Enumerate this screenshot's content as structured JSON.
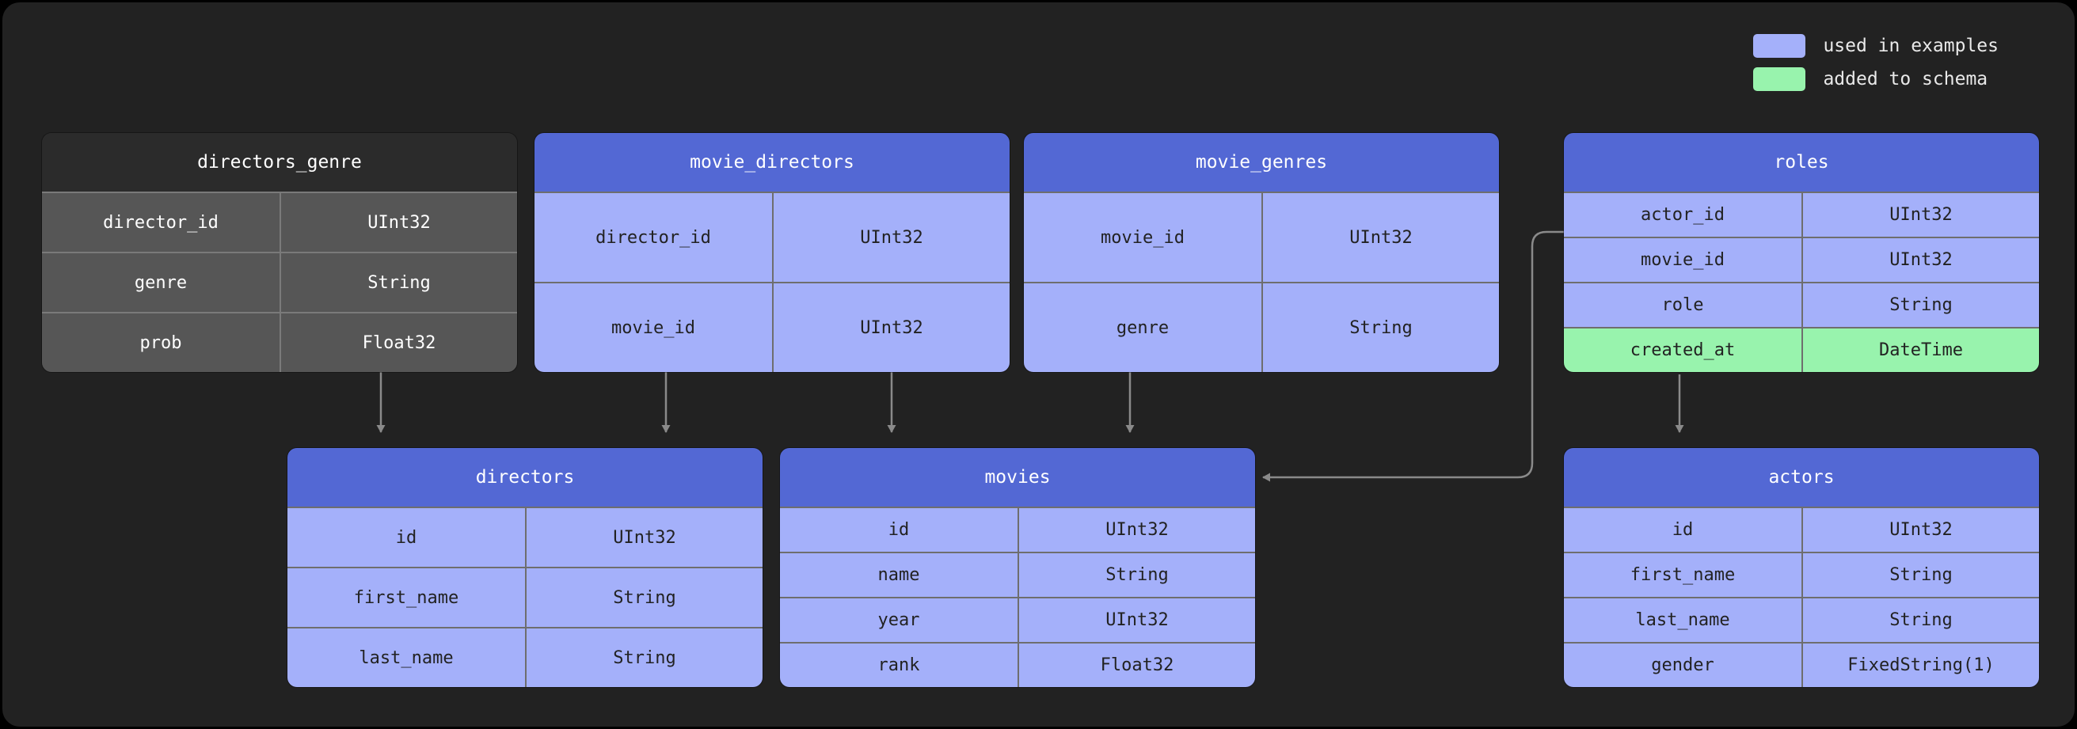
{
  "legend": {
    "items": [
      {
        "label": "used in examples",
        "color": "#a4b0fa",
        "swatch_name": "swatch-used-in-examples"
      },
      {
        "label": "added to schema",
        "color": "#98f3ad",
        "swatch_name": "swatch-added-to-schema"
      }
    ]
  },
  "colors": {
    "background": "#222222",
    "header_blue": "#5368d4",
    "cell_blue": "#a4b0fa",
    "cell_green": "#98f3ad",
    "header_gray": "#2b2b2b",
    "cell_gray": "#565656",
    "edge_gray": "#8a8a8a"
  },
  "tables": [
    {
      "id": "directors_genre",
      "title": "directors_genre",
      "theme": "gray",
      "columns": [
        {
          "name": "director_id",
          "type": "UInt32",
          "state": "plain"
        },
        {
          "name": "genre",
          "type": "String",
          "state": "plain"
        },
        {
          "name": "prob",
          "type": "Float32",
          "state": "plain"
        }
      ]
    },
    {
      "id": "movie_directors",
      "title": "movie_directors",
      "theme": "blue",
      "columns": [
        {
          "name": "director_id",
          "type": "UInt32",
          "state": "used"
        },
        {
          "name": "movie_id",
          "type": "UInt32",
          "state": "used"
        }
      ]
    },
    {
      "id": "movie_genres",
      "title": "movie_genres",
      "theme": "blue",
      "columns": [
        {
          "name": "movie_id",
          "type": "UInt32",
          "state": "used"
        },
        {
          "name": "genre",
          "type": "String",
          "state": "used"
        }
      ]
    },
    {
      "id": "roles",
      "title": "roles",
      "theme": "blue",
      "columns": [
        {
          "name": "actor_id",
          "type": "UInt32",
          "state": "used"
        },
        {
          "name": "movie_id",
          "type": "UInt32",
          "state": "used"
        },
        {
          "name": "role",
          "type": "String",
          "state": "used"
        },
        {
          "name": "created_at",
          "type": "DateTime",
          "state": "added"
        }
      ]
    },
    {
      "id": "directors",
      "title": "directors",
      "theme": "blue",
      "columns": [
        {
          "name": "id",
          "type": "UInt32",
          "state": "used"
        },
        {
          "name": "first_name",
          "type": "String",
          "state": "used"
        },
        {
          "name": "last_name",
          "type": "String",
          "state": "used"
        }
      ]
    },
    {
      "id": "movies",
      "title": "movies",
      "theme": "blue",
      "columns": [
        {
          "name": "id",
          "type": "UInt32",
          "state": "used"
        },
        {
          "name": "name",
          "type": "String",
          "state": "used"
        },
        {
          "name": "year",
          "type": "UInt32",
          "state": "used"
        },
        {
          "name": "rank",
          "type": "Float32",
          "state": "used"
        }
      ]
    },
    {
      "id": "actors",
      "title": "actors",
      "theme": "blue",
      "columns": [
        {
          "name": "id",
          "type": "UInt32",
          "state": "used"
        },
        {
          "name": "first_name",
          "type": "String",
          "state": "used"
        },
        {
          "name": "last_name",
          "type": "String",
          "state": "used"
        },
        {
          "name": "gender",
          "type": "FixedString(1)",
          "state": "used"
        }
      ]
    }
  ],
  "relations": [
    {
      "from": "directors_genre",
      "to": "directors",
      "name": "edge-directors-genre-to-directors"
    },
    {
      "from": "movie_directors",
      "to": "directors",
      "name": "edge-movie-directors-to-directors"
    },
    {
      "from": "movie_directors",
      "to": "movies",
      "name": "edge-movie-directors-to-movies"
    },
    {
      "from": "movie_genres",
      "to": "movies",
      "name": "edge-movie-genres-to-movies"
    },
    {
      "from": "roles",
      "to": "actors",
      "name": "edge-roles-to-actors"
    },
    {
      "from": "roles",
      "to": "movies",
      "name": "edge-roles-to-movies"
    }
  ]
}
